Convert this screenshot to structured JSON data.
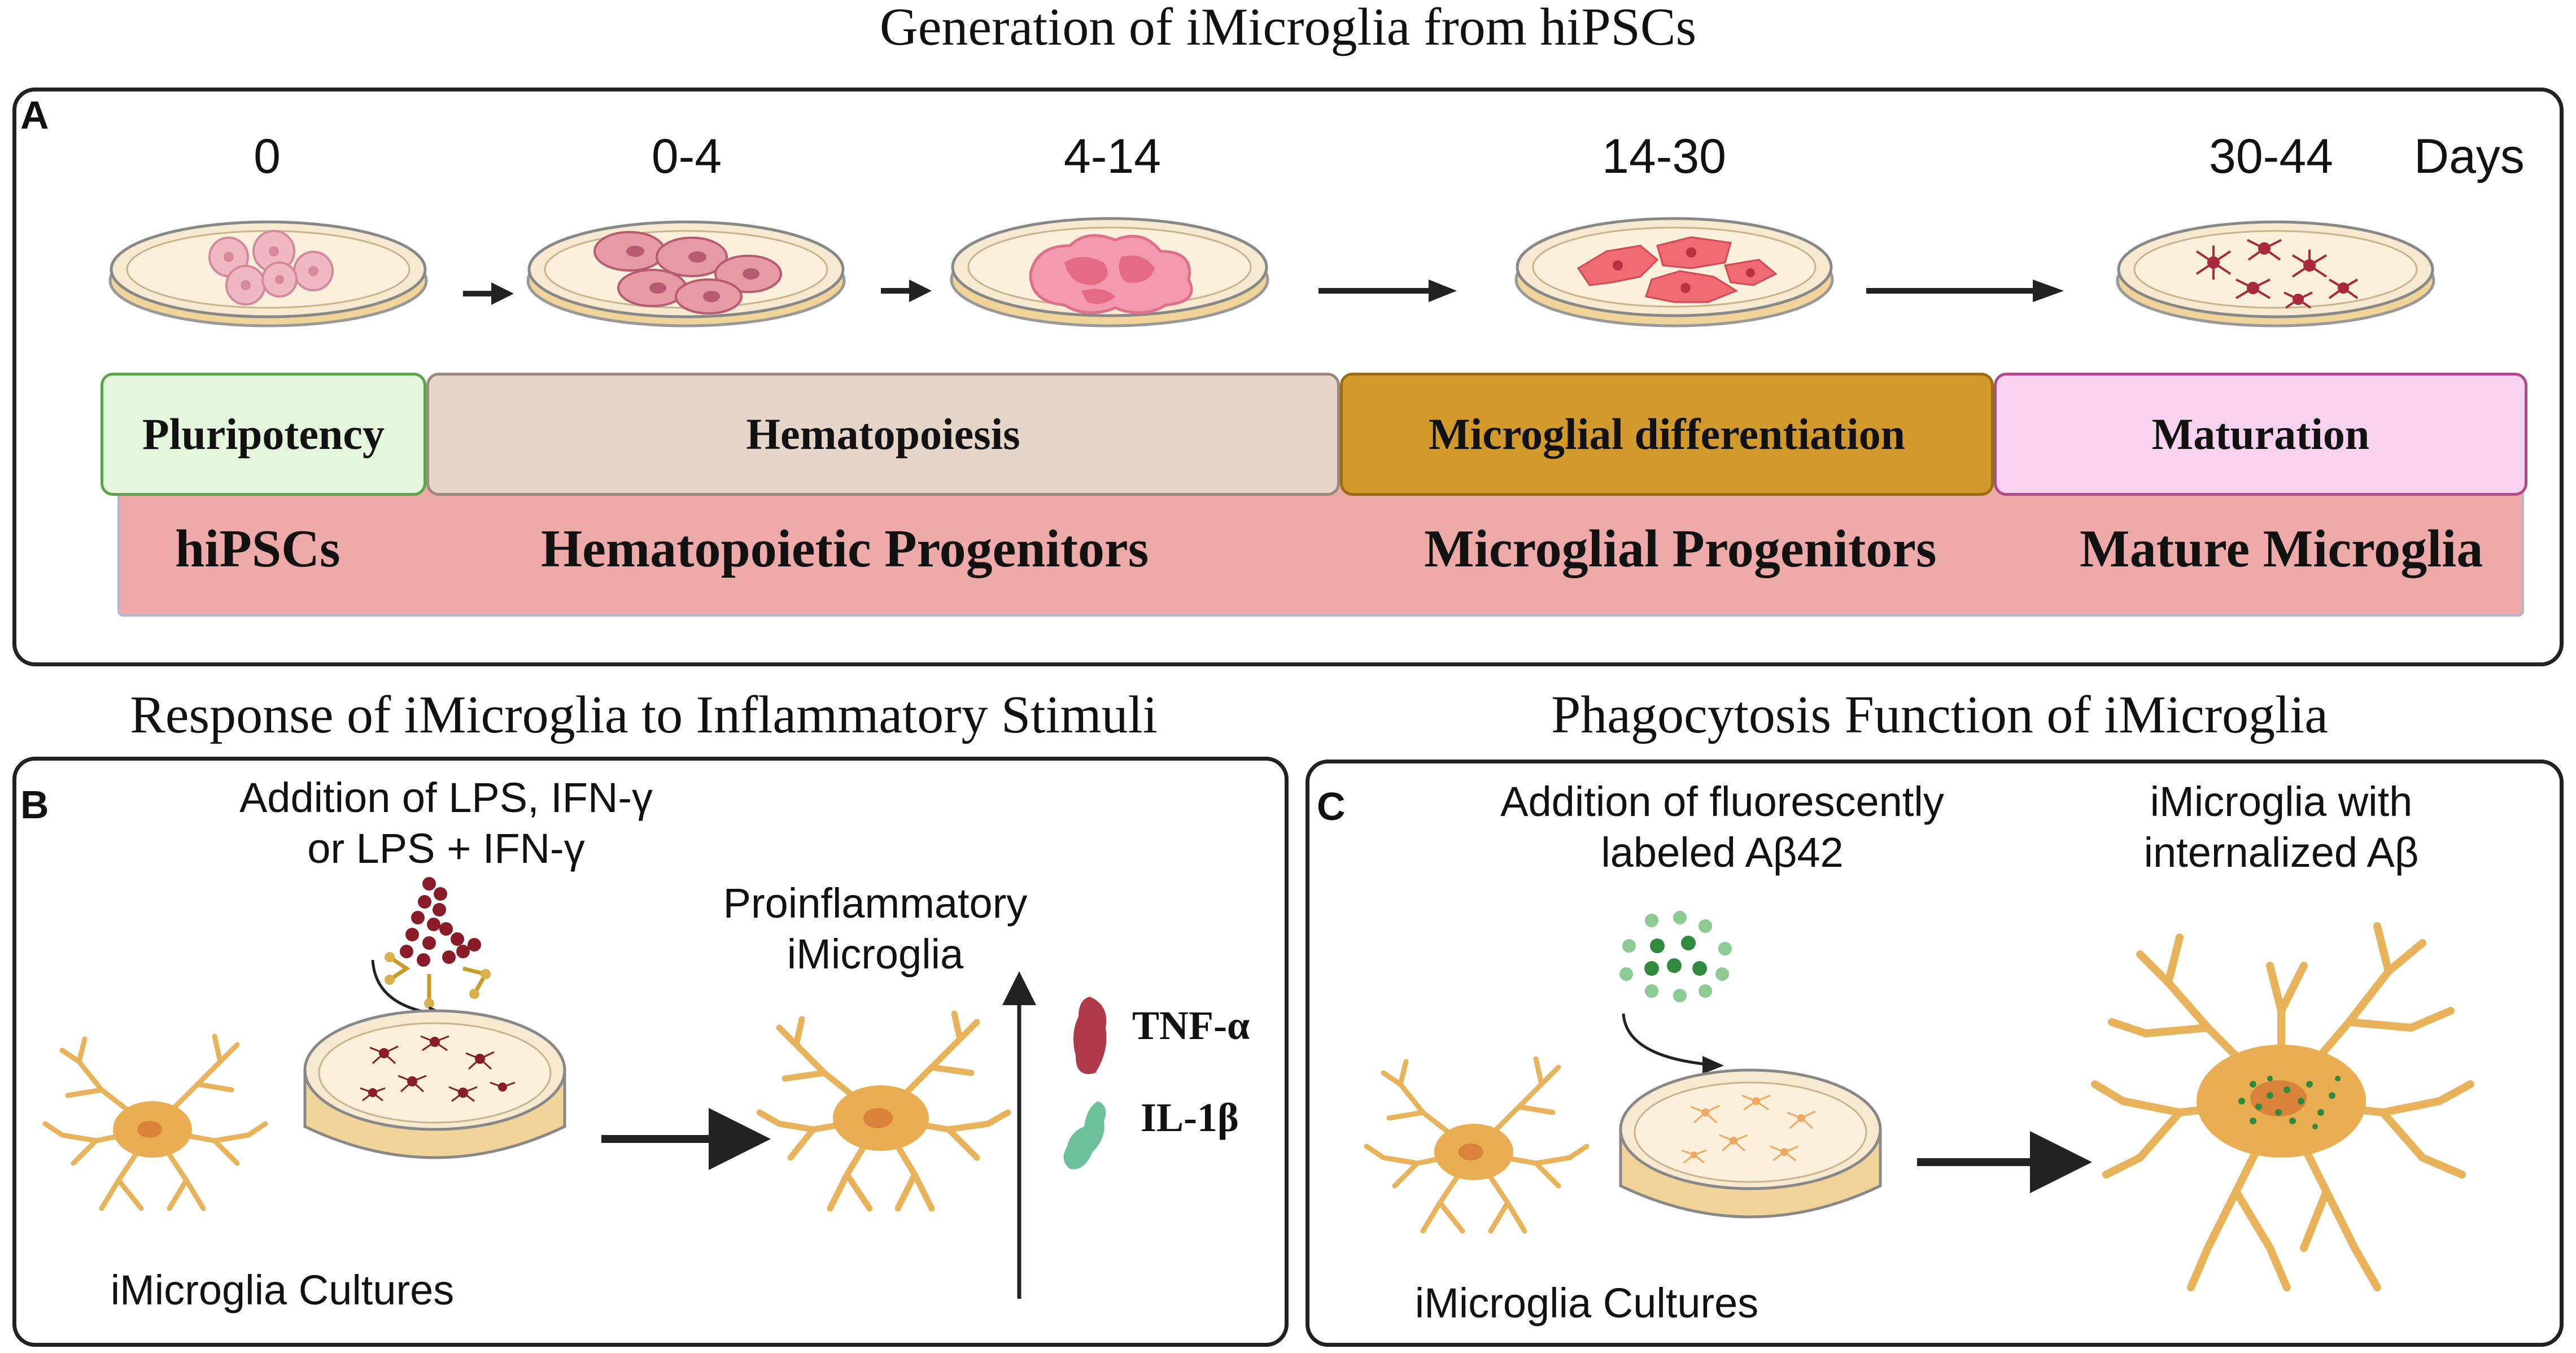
{
  "main_title": "Generation of iMicroglia from hiPSCs",
  "panel_a": {
    "label": "A",
    "days_unit": "Days",
    "days": [
      "0",
      "0-4",
      "4-14",
      "14-30",
      "30-44"
    ],
    "stages": [
      {
        "label": "Pluripotency",
        "color": "#e4f6dc",
        "border": "#5aa54a"
      },
      {
        "label": "Hematopoiesis",
        "color": "#e6d6c9",
        "border": "#9a8a7d"
      },
      {
        "label": "Microglial differentiation",
        "color": "#d29a2a",
        "border": "#9a6d14"
      },
      {
        "label": "Maturation",
        "color": "#f7d3ef",
        "border": "#b04a8c"
      }
    ],
    "cell_types": [
      "hiPSCs",
      "Hematopoietic Progenitors",
      "Microglial Progenitors",
      "Mature Microglia"
    ],
    "cell_band_color": "#eeaaa8"
  },
  "panel_b": {
    "title": "Response of iMicroglia to Inflammatory Stimuli",
    "label": "B",
    "stimulus_line1": "Addition of LPS, IFN-γ",
    "stimulus_line2": "or LPS + IFN-γ",
    "result_line1": "Proinflammatory",
    "result_line2": "iMicroglia",
    "cytokines": [
      "TNF-α",
      "IL-1β"
    ],
    "cultures_label": "iMicroglia Cultures"
  },
  "panel_c": {
    "title": "Phagocytosis Function of iMicroglia",
    "label": "C",
    "addition_line1": "Addition of fluorescently",
    "addition_line2": "labeled Aβ42",
    "result_line1": "iMicroglia with",
    "result_line2": "internalized Aβ",
    "cultures_label": "iMicroglia Cultures"
  },
  "colors": {
    "microglia": "#e8b35a",
    "microglia_body": "#e9ae52",
    "nucleus": "#d9823a",
    "dish_fill": "#f8ead0",
    "dish_rim": "#8a8a8a",
    "tnf": "#b03a4a",
    "il1b": "#6cc19a",
    "abeta": "#5bb26a"
  }
}
